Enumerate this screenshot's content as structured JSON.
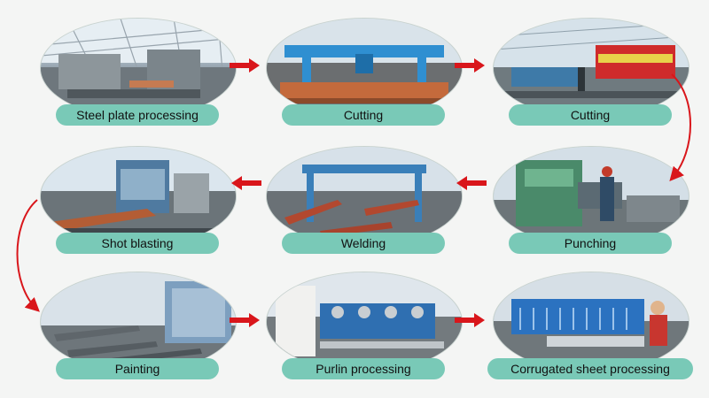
{
  "colors": {
    "label_fill": "#79c9b7",
    "arrow_red": "#d9161b",
    "background": "#f4f5f4"
  },
  "steps": [
    {
      "label": "Steel plate processing",
      "photo": "steel-plate-processing-photo"
    },
    {
      "label": "Cutting",
      "photo": "plasma-cutting-photo"
    },
    {
      "label": "Cutting",
      "photo": "shearing-machine-photo"
    },
    {
      "label": "Punching",
      "photo": "punching-machine-photo"
    },
    {
      "label": "Welding",
      "photo": "welding-line-photo"
    },
    {
      "label": "Shot blasting",
      "photo": "shot-blasting-photo"
    },
    {
      "label": "Painting",
      "photo": "painting-booth-photo"
    },
    {
      "label": "Purlin processing",
      "photo": "purlin-roll-forming-photo"
    },
    {
      "label": "Corrugated sheet processing",
      "photo": "corrugated-sheet-machine-photo"
    }
  ],
  "flow": [
    {
      "from": 0,
      "to": 1,
      "icon": "right-arrow-icon"
    },
    {
      "from": 1,
      "to": 2,
      "icon": "right-arrow-icon"
    },
    {
      "from": 2,
      "to": 3,
      "icon": "curved-down-arrow-icon"
    },
    {
      "from": 3,
      "to": 4,
      "icon": "left-arrow-icon"
    },
    {
      "from": 4,
      "to": 5,
      "icon": "left-arrow-icon"
    },
    {
      "from": 5,
      "to": 6,
      "icon": "curved-down-arrow-icon"
    },
    {
      "from": 6,
      "to": 7,
      "icon": "right-arrow-icon"
    },
    {
      "from": 7,
      "to": 8,
      "icon": "right-arrow-icon"
    }
  ]
}
